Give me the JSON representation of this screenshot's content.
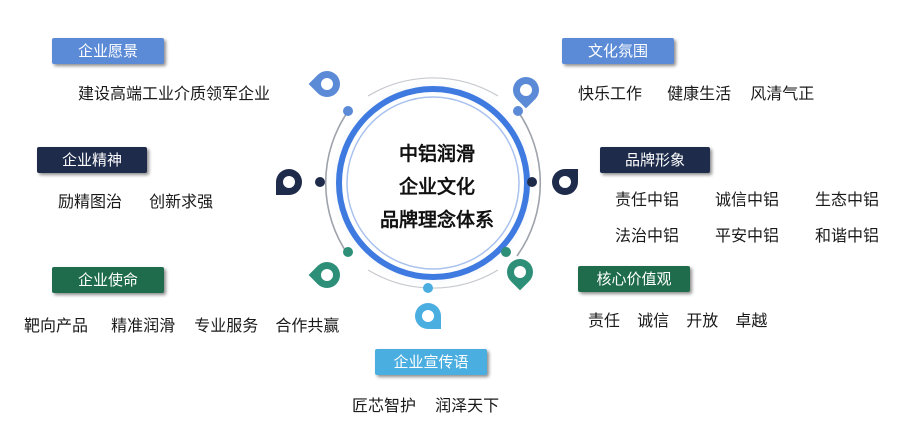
{
  "center": {
    "lines": [
      "中铝润滑",
      "企业文化",
      "品牌理念体系"
    ]
  },
  "colors": {
    "blue": "#5b8ad6",
    "navy": "#1e2b4a",
    "teal": "#1f6c4c",
    "sky": "#4aaee0",
    "ring": "#3f7ae0"
  },
  "sections": {
    "vision": {
      "title": "企业愿景",
      "items": [
        "建设高端工业介质领军企业"
      ]
    },
    "spirit": {
      "title": "企业精神",
      "items": [
        "励精图治",
        "创新求强"
      ]
    },
    "mission": {
      "title": "企业使命",
      "items": [
        "靶向产品",
        "精准润滑",
        "专业服务",
        "合作共赢"
      ]
    },
    "slogan": {
      "title": "企业宣传语",
      "items": [
        "匠芯智护",
        "润泽天下"
      ]
    },
    "culture": {
      "title": "文化氛围",
      "items": [
        "快乐工作",
        "健康生活",
        "风清气正"
      ]
    },
    "brand": {
      "title": "品牌形象",
      "items": [
        "责任中铝",
        "诚信中铝",
        "生态中铝",
        "法治中铝",
        "平安中铝",
        "和谐中铝"
      ]
    },
    "values": {
      "title": "核心价值观",
      "items": [
        "责任",
        "诚信",
        "开放",
        "卓越"
      ]
    }
  }
}
